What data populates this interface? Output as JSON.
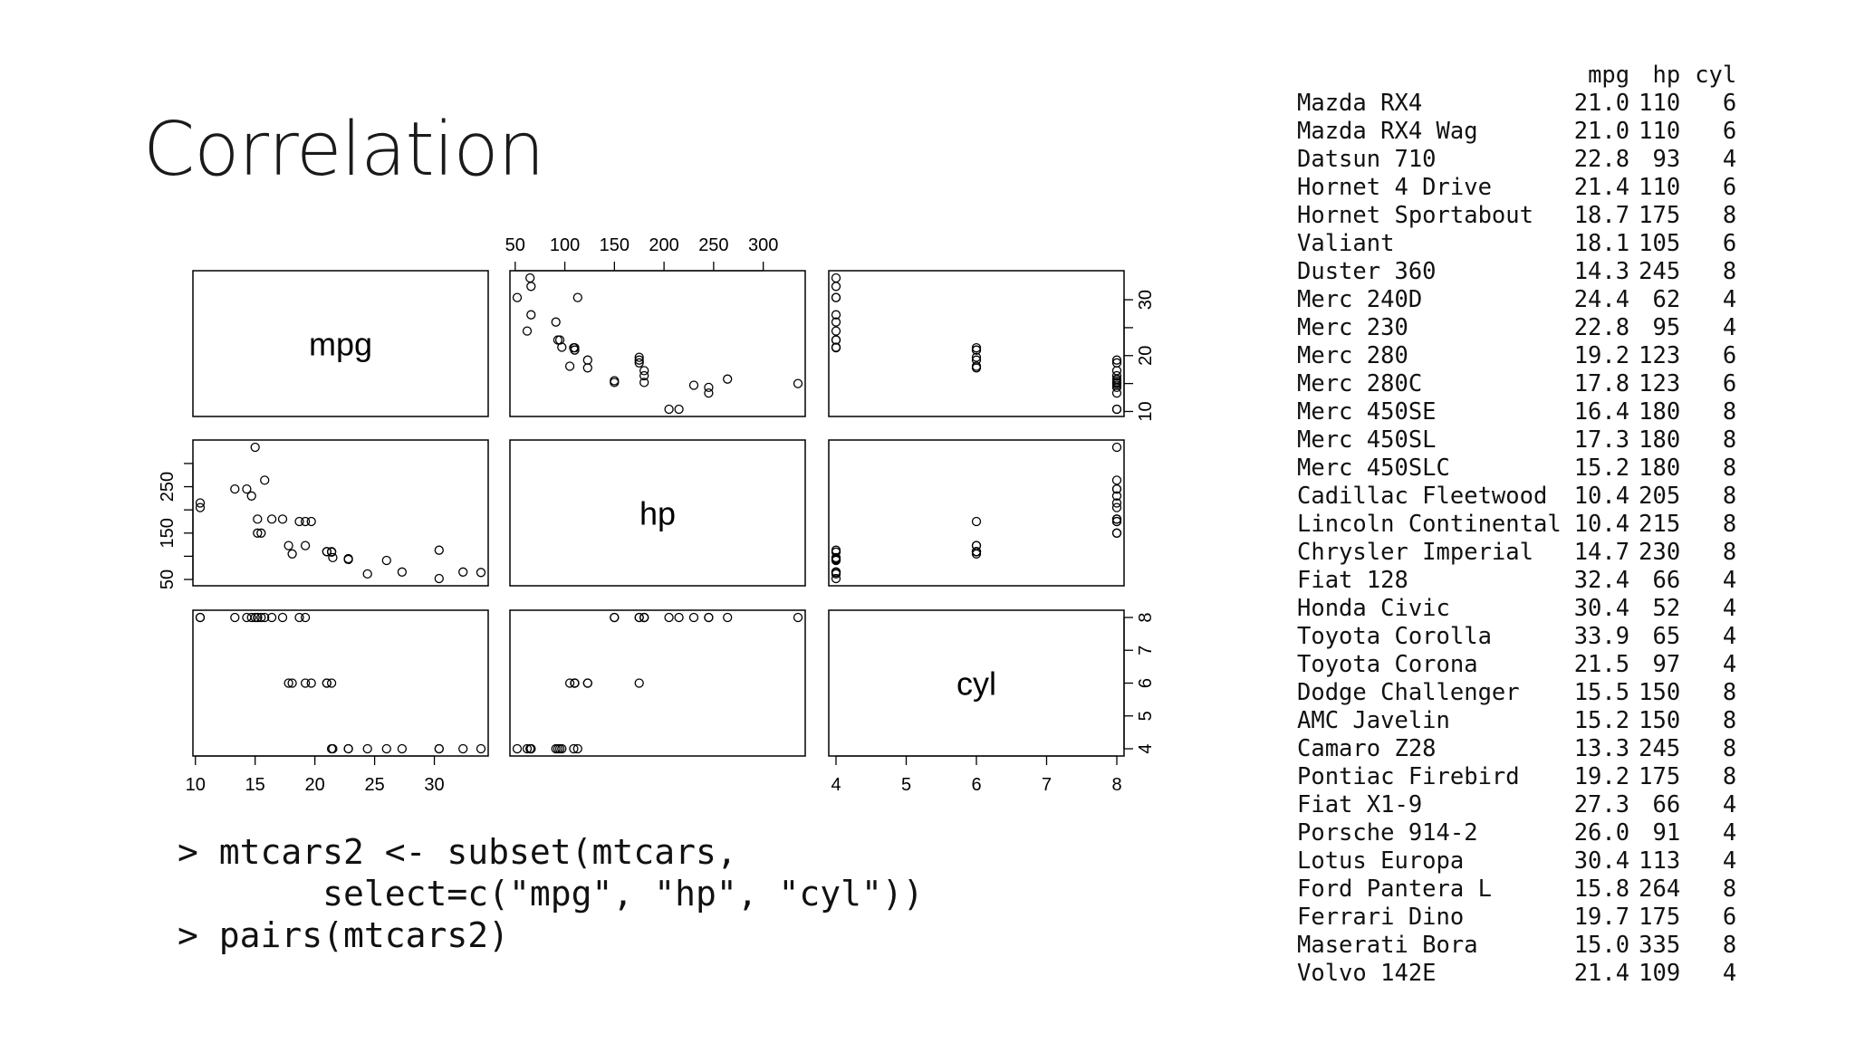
{
  "slide": {
    "title": "Correlation"
  },
  "code": {
    "lines": [
      "> mtcars2 <- subset(mtcars,",
      "       select=c(\"mpg\", \"hp\", \"cyl\"))",
      "> pairs(mtcars2)"
    ]
  },
  "table": {
    "columns": [
      "mpg",
      "hp",
      "cyl"
    ],
    "rows": [
      {
        "name": "Mazda RX4",
        "mpg": "21.0",
        "hp": "110",
        "cyl": "6"
      },
      {
        "name": "Mazda RX4 Wag",
        "mpg": "21.0",
        "hp": "110",
        "cyl": "6"
      },
      {
        "name": "Datsun 710",
        "mpg": "22.8",
        "hp": "93",
        "cyl": "4"
      },
      {
        "name": "Hornet 4 Drive",
        "mpg": "21.4",
        "hp": "110",
        "cyl": "6"
      },
      {
        "name": "Hornet Sportabout",
        "mpg": "18.7",
        "hp": "175",
        "cyl": "8"
      },
      {
        "name": "Valiant",
        "mpg": "18.1",
        "hp": "105",
        "cyl": "6"
      },
      {
        "name": "Duster 360",
        "mpg": "14.3",
        "hp": "245",
        "cyl": "8"
      },
      {
        "name": "Merc 240D",
        "mpg": "24.4",
        "hp": "62",
        "cyl": "4"
      },
      {
        "name": "Merc 230",
        "mpg": "22.8",
        "hp": "95",
        "cyl": "4"
      },
      {
        "name": "Merc 280",
        "mpg": "19.2",
        "hp": "123",
        "cyl": "6"
      },
      {
        "name": "Merc 280C",
        "mpg": "17.8",
        "hp": "123",
        "cyl": "6"
      },
      {
        "name": "Merc 450SE",
        "mpg": "16.4",
        "hp": "180",
        "cyl": "8"
      },
      {
        "name": "Merc 450SL",
        "mpg": "17.3",
        "hp": "180",
        "cyl": "8"
      },
      {
        "name": "Merc 450SLC",
        "mpg": "15.2",
        "hp": "180",
        "cyl": "8"
      },
      {
        "name": "Cadillac Fleetwood",
        "mpg": "10.4",
        "hp": "205",
        "cyl": "8"
      },
      {
        "name": "Lincoln Continental",
        "mpg": "10.4",
        "hp": "215",
        "cyl": "8"
      },
      {
        "name": "Chrysler Imperial",
        "mpg": "14.7",
        "hp": "230",
        "cyl": "8"
      },
      {
        "name": "Fiat 128",
        "mpg": "32.4",
        "hp": "66",
        "cyl": "4"
      },
      {
        "name": "Honda Civic",
        "mpg": "30.4",
        "hp": "52",
        "cyl": "4"
      },
      {
        "name": "Toyota Corolla",
        "mpg": "33.9",
        "hp": "65",
        "cyl": "4"
      },
      {
        "name": "Toyota Corona",
        "mpg": "21.5",
        "hp": "97",
        "cyl": "4"
      },
      {
        "name": "Dodge Challenger",
        "mpg": "15.5",
        "hp": "150",
        "cyl": "8"
      },
      {
        "name": "AMC Javelin",
        "mpg": "15.2",
        "hp": "150",
        "cyl": "8"
      },
      {
        "name": "Camaro Z28",
        "mpg": "13.3",
        "hp": "245",
        "cyl": "8"
      },
      {
        "name": "Pontiac Firebird",
        "mpg": "19.2",
        "hp": "175",
        "cyl": "8"
      },
      {
        "name": "Fiat X1-9",
        "mpg": "27.3",
        "hp": "66",
        "cyl": "4"
      },
      {
        "name": "Porsche 914-2",
        "mpg": "26.0",
        "hp": "91",
        "cyl": "4"
      },
      {
        "name": "Lotus Europa",
        "mpg": "30.4",
        "hp": "113",
        "cyl": "4"
      },
      {
        "name": "Ford Pantera L",
        "mpg": "15.8",
        "hp": "264",
        "cyl": "8"
      },
      {
        "name": "Ferrari Dino",
        "mpg": "19.7",
        "hp": "175",
        "cyl": "6"
      },
      {
        "name": "Maserati Bora",
        "mpg": "15.0",
        "hp": "335",
        "cyl": "8"
      },
      {
        "name": "Volvo 142E",
        "mpg": "21.4",
        "hp": "109",
        "cyl": "4"
      }
    ]
  },
  "chart_data": {
    "type": "scatter",
    "variables": [
      "mpg",
      "hp",
      "cyl"
    ],
    "ranges": {
      "mpg": [
        10.4,
        33.9
      ],
      "hp": [
        52,
        335
      ],
      "cyl": [
        4,
        8
      ]
    },
    "ticks": {
      "mpg": [
        10,
        15,
        20,
        25,
        30
      ],
      "hp": [
        50,
        100,
        150,
        200,
        250,
        300
      ],
      "cyl": [
        4,
        5,
        6,
        7,
        8
      ]
    },
    "tick_labels": {
      "mpg_bottom": [
        "10",
        "15",
        "20",
        "25",
        "30"
      ],
      "mpg_right": [
        "10",
        "20",
        "30"
      ],
      "hp_top": [
        "50",
        "100",
        "150",
        "200",
        "250",
        "300"
      ],
      "hp_left": [
        "50",
        "150",
        "250"
      ],
      "cyl_bottom": [
        "4",
        "5",
        "6",
        "7",
        "8"
      ],
      "cyl_right": [
        "4",
        "5",
        "6",
        "7",
        "8"
      ]
    },
    "grid": false,
    "marker": "open-circle"
  }
}
